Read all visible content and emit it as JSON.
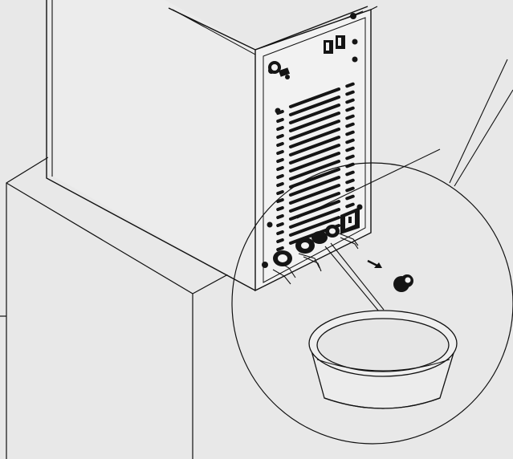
{
  "illustration": {
    "background_color": "#e8e8e8",
    "line_color": "#111111",
    "fill_light": "#ececec",
    "fill_panel": "#f2f2f2",
    "dark_color": "#151515",
    "elements": [
      "machine-body",
      "rear-panel",
      "vent-slots",
      "rocker-switches",
      "top-connector",
      "bottom-connectors",
      "power-socket",
      "drain-plug",
      "arrow-icon",
      "collection-bowl",
      "zoom-callout-circle",
      "pointer-lines",
      "counter-block"
    ]
  }
}
